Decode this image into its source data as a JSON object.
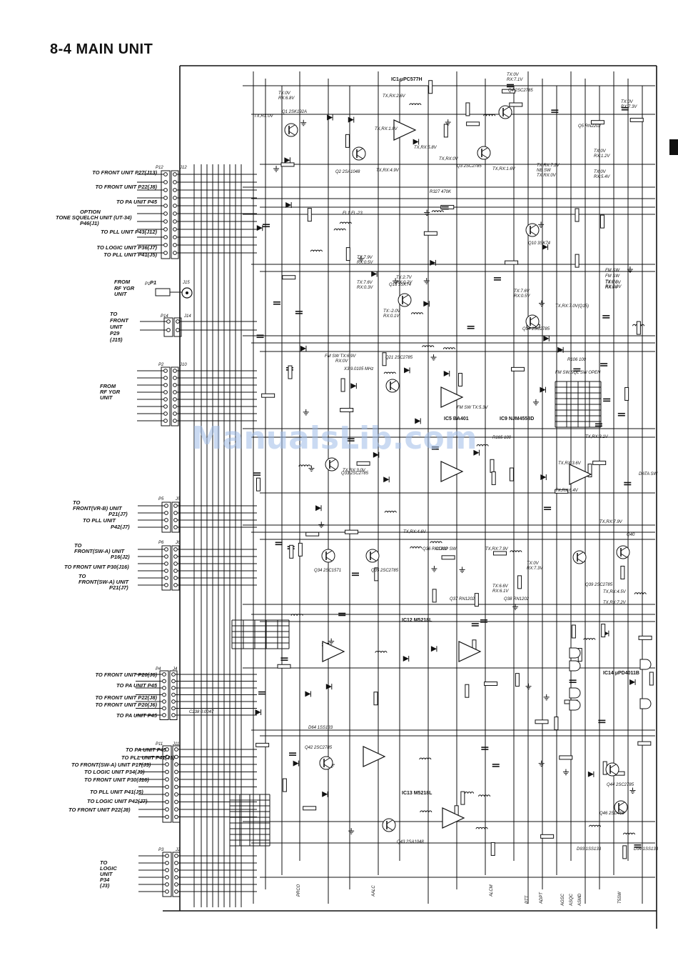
{
  "title": "8-4 MAIN UNIT",
  "watermark": "ManualsLib.com",
  "left_labels": [
    {
      "text": "TO FRONT UNIT P27(J13)"
    },
    {
      "text": "TO FRONT UNIT P22(J8)"
    },
    {
      "text": "TO PA UNIT P45"
    },
    {
      "text": "OPTION"
    },
    {
      "text": "TONE SQUELCH UNIT (UT-34)"
    },
    {
      "text": "P46(J1)"
    },
    {
      "text": "TO PLL UNIT P43(J12)"
    },
    {
      "text": "TO LOGIC UNIT P36(J7)"
    },
    {
      "text": "TO PLL UNIT P41(J5)"
    },
    {
      "text": "FROM"
    },
    {
      "text": "RF YGR"
    },
    {
      "text": "UNIT"
    },
    {
      "text": "P1"
    },
    {
      "text": "TO"
    },
    {
      "text": "FRONT"
    },
    {
      "text": "UNIT"
    },
    {
      "text": "P29"
    },
    {
      "text": "(J15)"
    },
    {
      "text": "FROM"
    },
    {
      "text": "RF YGR"
    },
    {
      "text": "UNIT"
    },
    {
      "text": "TO"
    },
    {
      "text": "FRONT(VR-B) UNIT"
    },
    {
      "text": "P21(J7)"
    },
    {
      "text": "TO PLL UNIT"
    },
    {
      "text": "P42(J7)"
    },
    {
      "text": "TO"
    },
    {
      "text": "FRONT(SW-A) UNIT"
    },
    {
      "text": "P16(J2)"
    },
    {
      "text": "TO FRONT UNIT P30(J16)"
    },
    {
      "text": "TO"
    },
    {
      "text": "FRONT(SW-A) UNIT"
    },
    {
      "text": "P21(J7)"
    },
    {
      "text": "TO FRONT UNIT P20(J6)"
    },
    {
      "text": "TO PA UNIT P45"
    },
    {
      "text": "TO FRONT UNIT P22(J8)"
    },
    {
      "text": "TO FRONT UNIT P20(J6)"
    },
    {
      "text": "TO PA UNIT P45"
    },
    {
      "text": "TO PA UNIT P45"
    },
    {
      "text": "TO PLL UNIT P41(J5)"
    },
    {
      "text": "TO FRONT(SW-A) UNIT P17(J3)"
    },
    {
      "text": "TO LOGIC UNIT P34(J3)"
    },
    {
      "text": "TO FRONT UNIT P30(J16)"
    },
    {
      "text": "TO PLL UNIT P41(J5)"
    },
    {
      "text": "TO LOGIC UNIT P42(J7)"
    },
    {
      "text": "TO FRONT UNIT P22(J8)"
    },
    {
      "text": "TO"
    },
    {
      "text": "LOGIC"
    },
    {
      "text": "UNIT"
    },
    {
      "text": "P34"
    },
    {
      "text": "(J3)"
    }
  ],
  "connectors": [
    {
      "name": "P12"
    },
    {
      "name": "J12"
    },
    {
      "name": "P1"
    },
    {
      "name": "J15"
    },
    {
      "name": "P14"
    },
    {
      "name": "J14"
    },
    {
      "name": "P2"
    },
    {
      "name": "J10"
    },
    {
      "name": "P5"
    },
    {
      "name": "J5"
    },
    {
      "name": "P6"
    },
    {
      "name": "J6"
    },
    {
      "name": "P4"
    },
    {
      "name": "J4"
    },
    {
      "name": "P11"
    },
    {
      "name": "J11"
    },
    {
      "name": "P3"
    },
    {
      "name": "J2"
    }
  ],
  "ic_labels": [
    {
      "text": "IC1 μPC577H"
    },
    {
      "text": "IC5 BA401"
    },
    {
      "text": "IC9 NJM4558D"
    },
    {
      "text": "IC12 M5218L"
    },
    {
      "text": "IC13 M5218L"
    },
    {
      "text": "IC14 μPD4011B"
    }
  ],
  "part_labels": [
    {
      "text": "Q1 2SK192A"
    },
    {
      "text": "Q2 2SA1048"
    },
    {
      "text": "Q3 2SC2785"
    },
    {
      "text": "Q4 2SC2785"
    },
    {
      "text": "Q5 RN2202"
    },
    {
      "text": "Q10 3SK74"
    },
    {
      "text": "Q13 3SK74"
    },
    {
      "text": "Q14 2SC2785"
    },
    {
      "text": "Q21 2SC2785"
    },
    {
      "text": "Q33 2SC2785"
    },
    {
      "text": "Q34 2SC1571"
    },
    {
      "text": "Q35 2SC2785"
    },
    {
      "text": "Q36 RN1202"
    },
    {
      "text": "Q37 RN1202"
    },
    {
      "text": "Q38 RN1202"
    },
    {
      "text": "Q39 2SC2785"
    },
    {
      "text": "Q40"
    },
    {
      "text": "Q42 2SC2785"
    },
    {
      "text": "Q43 2SA1048"
    },
    {
      "text": "Q44 2SC2785"
    },
    {
      "text": "Q46 2SD468"
    },
    {
      "text": "X3 9.0105 MHz"
    },
    {
      "text": "FL1 FL-23"
    },
    {
      "text": "R106 100"
    },
    {
      "text": "R165 100"
    },
    {
      "text": "R327 470K"
    },
    {
      "text": "C238 0.0047"
    },
    {
      "text": "D93 1SS133"
    },
    {
      "text": "D94 1SS133"
    },
    {
      "text": "D64 1SS133"
    }
  ],
  "annotations": [
    {
      "text": "TX:0V"
    },
    {
      "text": "RX:7.1V"
    },
    {
      "text": "TX:0V"
    },
    {
      "text": "RX:7.3V"
    },
    {
      "text": "TX:0V"
    },
    {
      "text": "RX:1.2V"
    },
    {
      "text": "TX:0V"
    },
    {
      "text": "RX:5.4V"
    },
    {
      "text": "TX,RX:7.2V"
    },
    {
      "text": "NB SW"
    },
    {
      "text": "TX,RX:0V"
    },
    {
      "text": "TX:0V"
    },
    {
      "text": "RX:6.8V"
    },
    {
      "text": "TX,RX:0V"
    },
    {
      "text": "TX,RX:2.6V"
    },
    {
      "text": "TX,RX:1.8V"
    },
    {
      "text": "TX,RX:5.8V"
    },
    {
      "text": "TX,RX:4.9V"
    },
    {
      "text": "TX,RX:0V"
    },
    {
      "text": "TX,RX:1.6V"
    },
    {
      "text": "TX:7.9V"
    },
    {
      "text": "RX:0.5V"
    },
    {
      "text": "TX:2.7V"
    },
    {
      "text": "RX:0.2V"
    },
    {
      "text": "TX:7.6V"
    },
    {
      "text": "RX:0.3V"
    },
    {
      "text": "TX:-2.0V"
    },
    {
      "text": "RX:0.1V"
    },
    {
      "text": "TX:7.6V"
    },
    {
      "text": "RX:0.5V"
    },
    {
      "text": "TX,RX:7.0V(Q15)"
    },
    {
      "text": "FM SW"
    },
    {
      "text": "TX:6.9V"
    },
    {
      "text": "RX:0V"
    },
    {
      "text": "FM SW"
    },
    {
      "text": "TX:0V"
    },
    {
      "text": "RX:7.0V"
    },
    {
      "text": "FM SW TX:6.9V"
    },
    {
      "text": "RX:0V"
    },
    {
      "text": "FM SW TX:5.3V"
    },
    {
      "text": "TX,RX:3.1V"
    },
    {
      "text": "TX,RX:3.0V"
    },
    {
      "text": "TX,RX:3.6V"
    },
    {
      "text": "TX,RX:6.4V"
    },
    {
      "text": "TX,RX:7.9V"
    },
    {
      "text": "TX,RX:4.6V"
    },
    {
      "text": "COMP SW"
    },
    {
      "text": "TX,RX:7.9V"
    },
    {
      "text": "TX:0V"
    },
    {
      "text": "RX:7.3V"
    },
    {
      "text": "TX:6.6V"
    },
    {
      "text": "RX:6.1V"
    },
    {
      "text": "TX,RX:4.5V"
    },
    {
      "text": "TX,RX:7.2V"
    },
    {
      "text": "DATA SW"
    },
    {
      "text": "FM SW,SQL SW OPEN"
    }
  ],
  "bottom_labels": [
    {
      "text": "PRCO"
    },
    {
      "text": "AALC"
    },
    {
      "text": "ALCM"
    },
    {
      "text": "PTT"
    },
    {
      "text": "ADPT"
    },
    {
      "text": "AGSC"
    },
    {
      "text": "ASQC"
    },
    {
      "text": "ASMD"
    },
    {
      "text": "T5SW"
    }
  ]
}
